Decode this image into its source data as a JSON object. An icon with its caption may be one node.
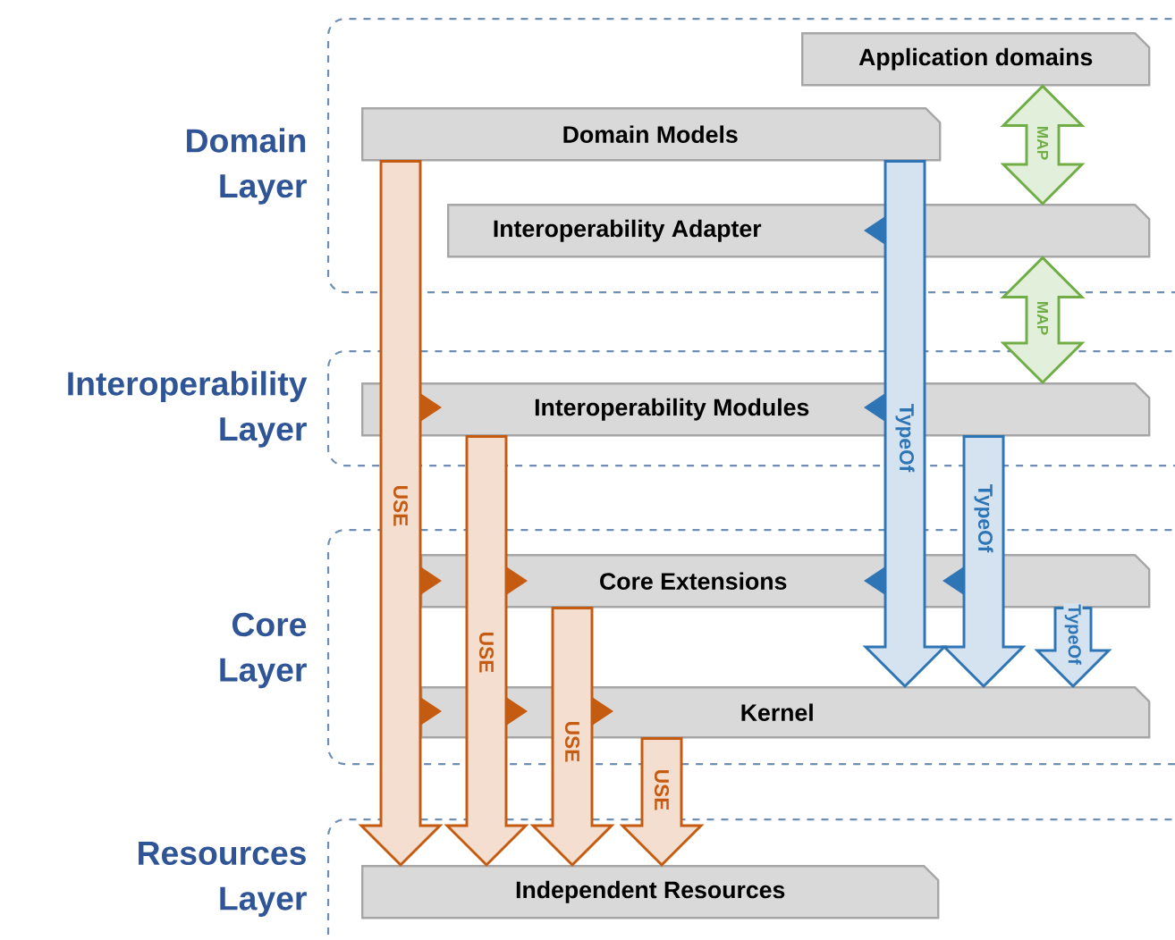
{
  "diagram": {
    "nodes": [
      {
        "text": [
          "Domain Layer"
        ]
      },
      {
        "text": [
          "Interoperability Layer"
        ]
      },
      {
        "text": [
          "Core Layer"
        ]
      },
      {
        "text": [
          "Resources Layer"
        ]
      },
      {
        "text": [
          "Application domains"
        ],
        "in": 0
      },
      {
        "text": [
          "Domain Models"
        ],
        "in": 0
      },
      {
        "text": [
          "Interoperability Adapter"
        ],
        "in": 0
      },
      {
        "text": [
          "Interoperability Modules"
        ],
        "in": 1
      },
      {
        "text": [
          "Core Extensions"
        ],
        "in": 2
      },
      {
        "text": [
          "Kernel"
        ],
        "in": 2
      },
      {
        "text": [
          "Independent Resources"
        ],
        "in": 3
      }
    ],
    "edges": [
      {
        "from": 5,
        "to": 10,
        "arrow": "to",
        "label": "USE"
      },
      {
        "from": 7,
        "to": 10,
        "arrow": "to",
        "label": "USE"
      },
      {
        "from": 8,
        "to": 10,
        "arrow": "to",
        "label": "USE"
      },
      {
        "from": 9,
        "to": 10,
        "arrow": "to",
        "label": "USE"
      },
      {
        "from": 5,
        "to": 9,
        "arrow": "to",
        "label": "TypeOf",
        "color": "#2e75b6"
      },
      {
        "from": 7,
        "to": 9,
        "arrow": "to",
        "label": "TypeOf",
        "color": "#2e75b6"
      },
      {
        "from": 8,
        "to": 9,
        "arrow": "to",
        "label": "TypeOf",
        "color": "#2e75b6"
      },
      {
        "from": 4,
        "to": 6,
        "arrow": "both",
        "label": "MAP",
        "color": "#70ad47"
      },
      {
        "from": 6,
        "to": 7,
        "arrow": "both",
        "label": "MAP",
        "color": "#70ad47"
      }
    ]
  }
}
